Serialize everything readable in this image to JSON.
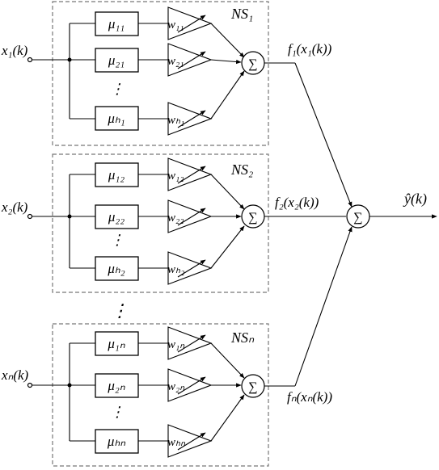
{
  "subsystems": [
    {
      "id": "ns1",
      "input": "x₁(k)",
      "label": "NS₁",
      "output": "f₁(x₁(k))",
      "rows": [
        {
          "mu": "μ₁₁",
          "w": "w₁₁"
        },
        {
          "mu": "μ₂₁",
          "w": "w₂₁"
        },
        {
          "mu": "μₕ₁",
          "w": "wₕ₁"
        }
      ]
    },
    {
      "id": "ns2",
      "input": "x₂(k)",
      "label": "NS₂",
      "output": "f₂(x₂(k))",
      "rows": [
        {
          "mu": "μ₁₂",
          "w": "w₁₂"
        },
        {
          "mu": "μ₂₂",
          "w": "w₂₂"
        },
        {
          "mu": "μₕ₂",
          "w": "wₕ₂"
        }
      ]
    },
    {
      "id": "nsn",
      "input": "xₙ(k)",
      "label": "NSₙ",
      "output": "fₙ(xₙ(k))",
      "rows": [
        {
          "mu": "μ₁ₙ",
          "w": "w₁ₙ"
        },
        {
          "mu": "μ₂ₙ",
          "w": "w₂ₙ"
        },
        {
          "mu": "μₕₙ",
          "w": "wₕₙ"
        }
      ]
    }
  ],
  "sum_symbol": "∑",
  "output_label": "ŷ(k)",
  "row_ellipsis": "⋮",
  "block_ellipsis": "⋮"
}
